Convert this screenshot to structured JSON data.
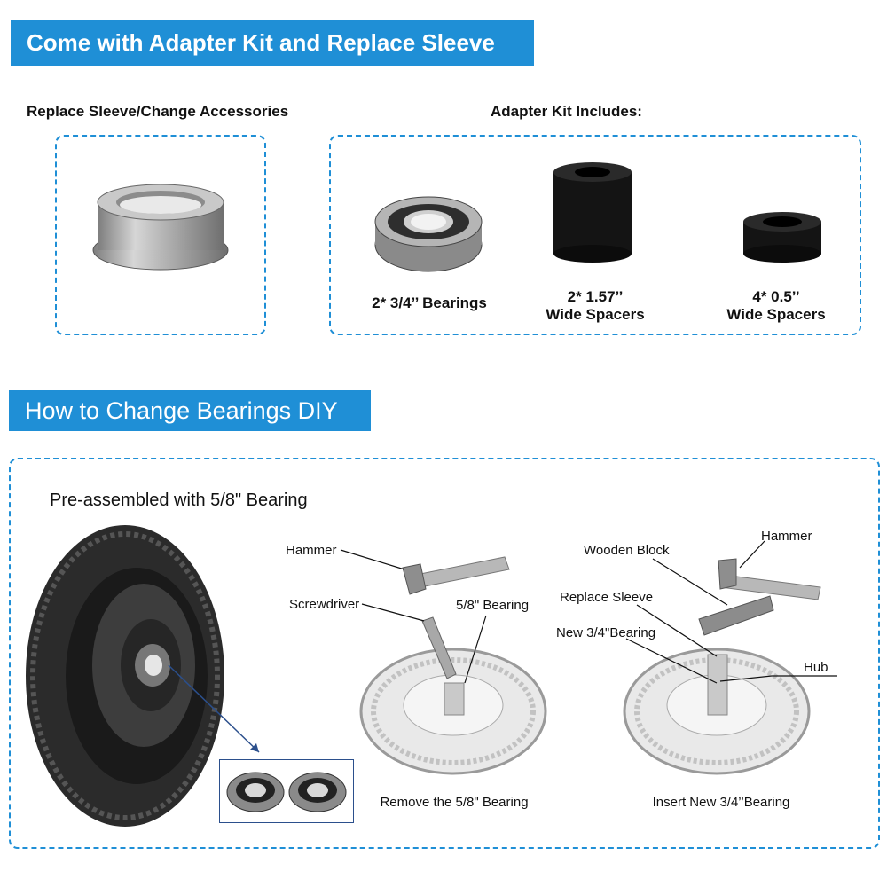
{
  "section1": {
    "title": "Come with Adapter Kit and Replace Sleeve",
    "sleeve_label": "Replace Sleeve/Change Accessories",
    "kit_label": "Adapter Kit Includes:",
    "items": [
      {
        "line1": "2* 3/4’’ Bearings",
        "line2": ""
      },
      {
        "line1": "2* 1.57’’",
        "line2": "Wide Spacers"
      },
      {
        "line1": "4* 0.5’’",
        "line2": "Wide Spacers"
      }
    ]
  },
  "section2": {
    "title": "How to Change Bearings DIY",
    "preassembled": "Pre-assembled with 5/8\" Bearing",
    "step1": {
      "caption": "Remove the 5/8\" Bearing",
      "callouts": {
        "hammer": "Hammer",
        "screwdriver": "Screwdriver",
        "bearing": "5/8\" Bearing"
      }
    },
    "step2": {
      "caption": "Insert New 3/4’’Bearing",
      "callouts": {
        "wooden_block": "Wooden Block",
        "hammer": "Hammer",
        "replace_sleeve": "Replace Sleeve",
        "new_bearing": "New 3/4\"Bearing",
        "hub": "Hub"
      }
    }
  },
  "colors": {
    "accent": "#1f8fd6"
  }
}
